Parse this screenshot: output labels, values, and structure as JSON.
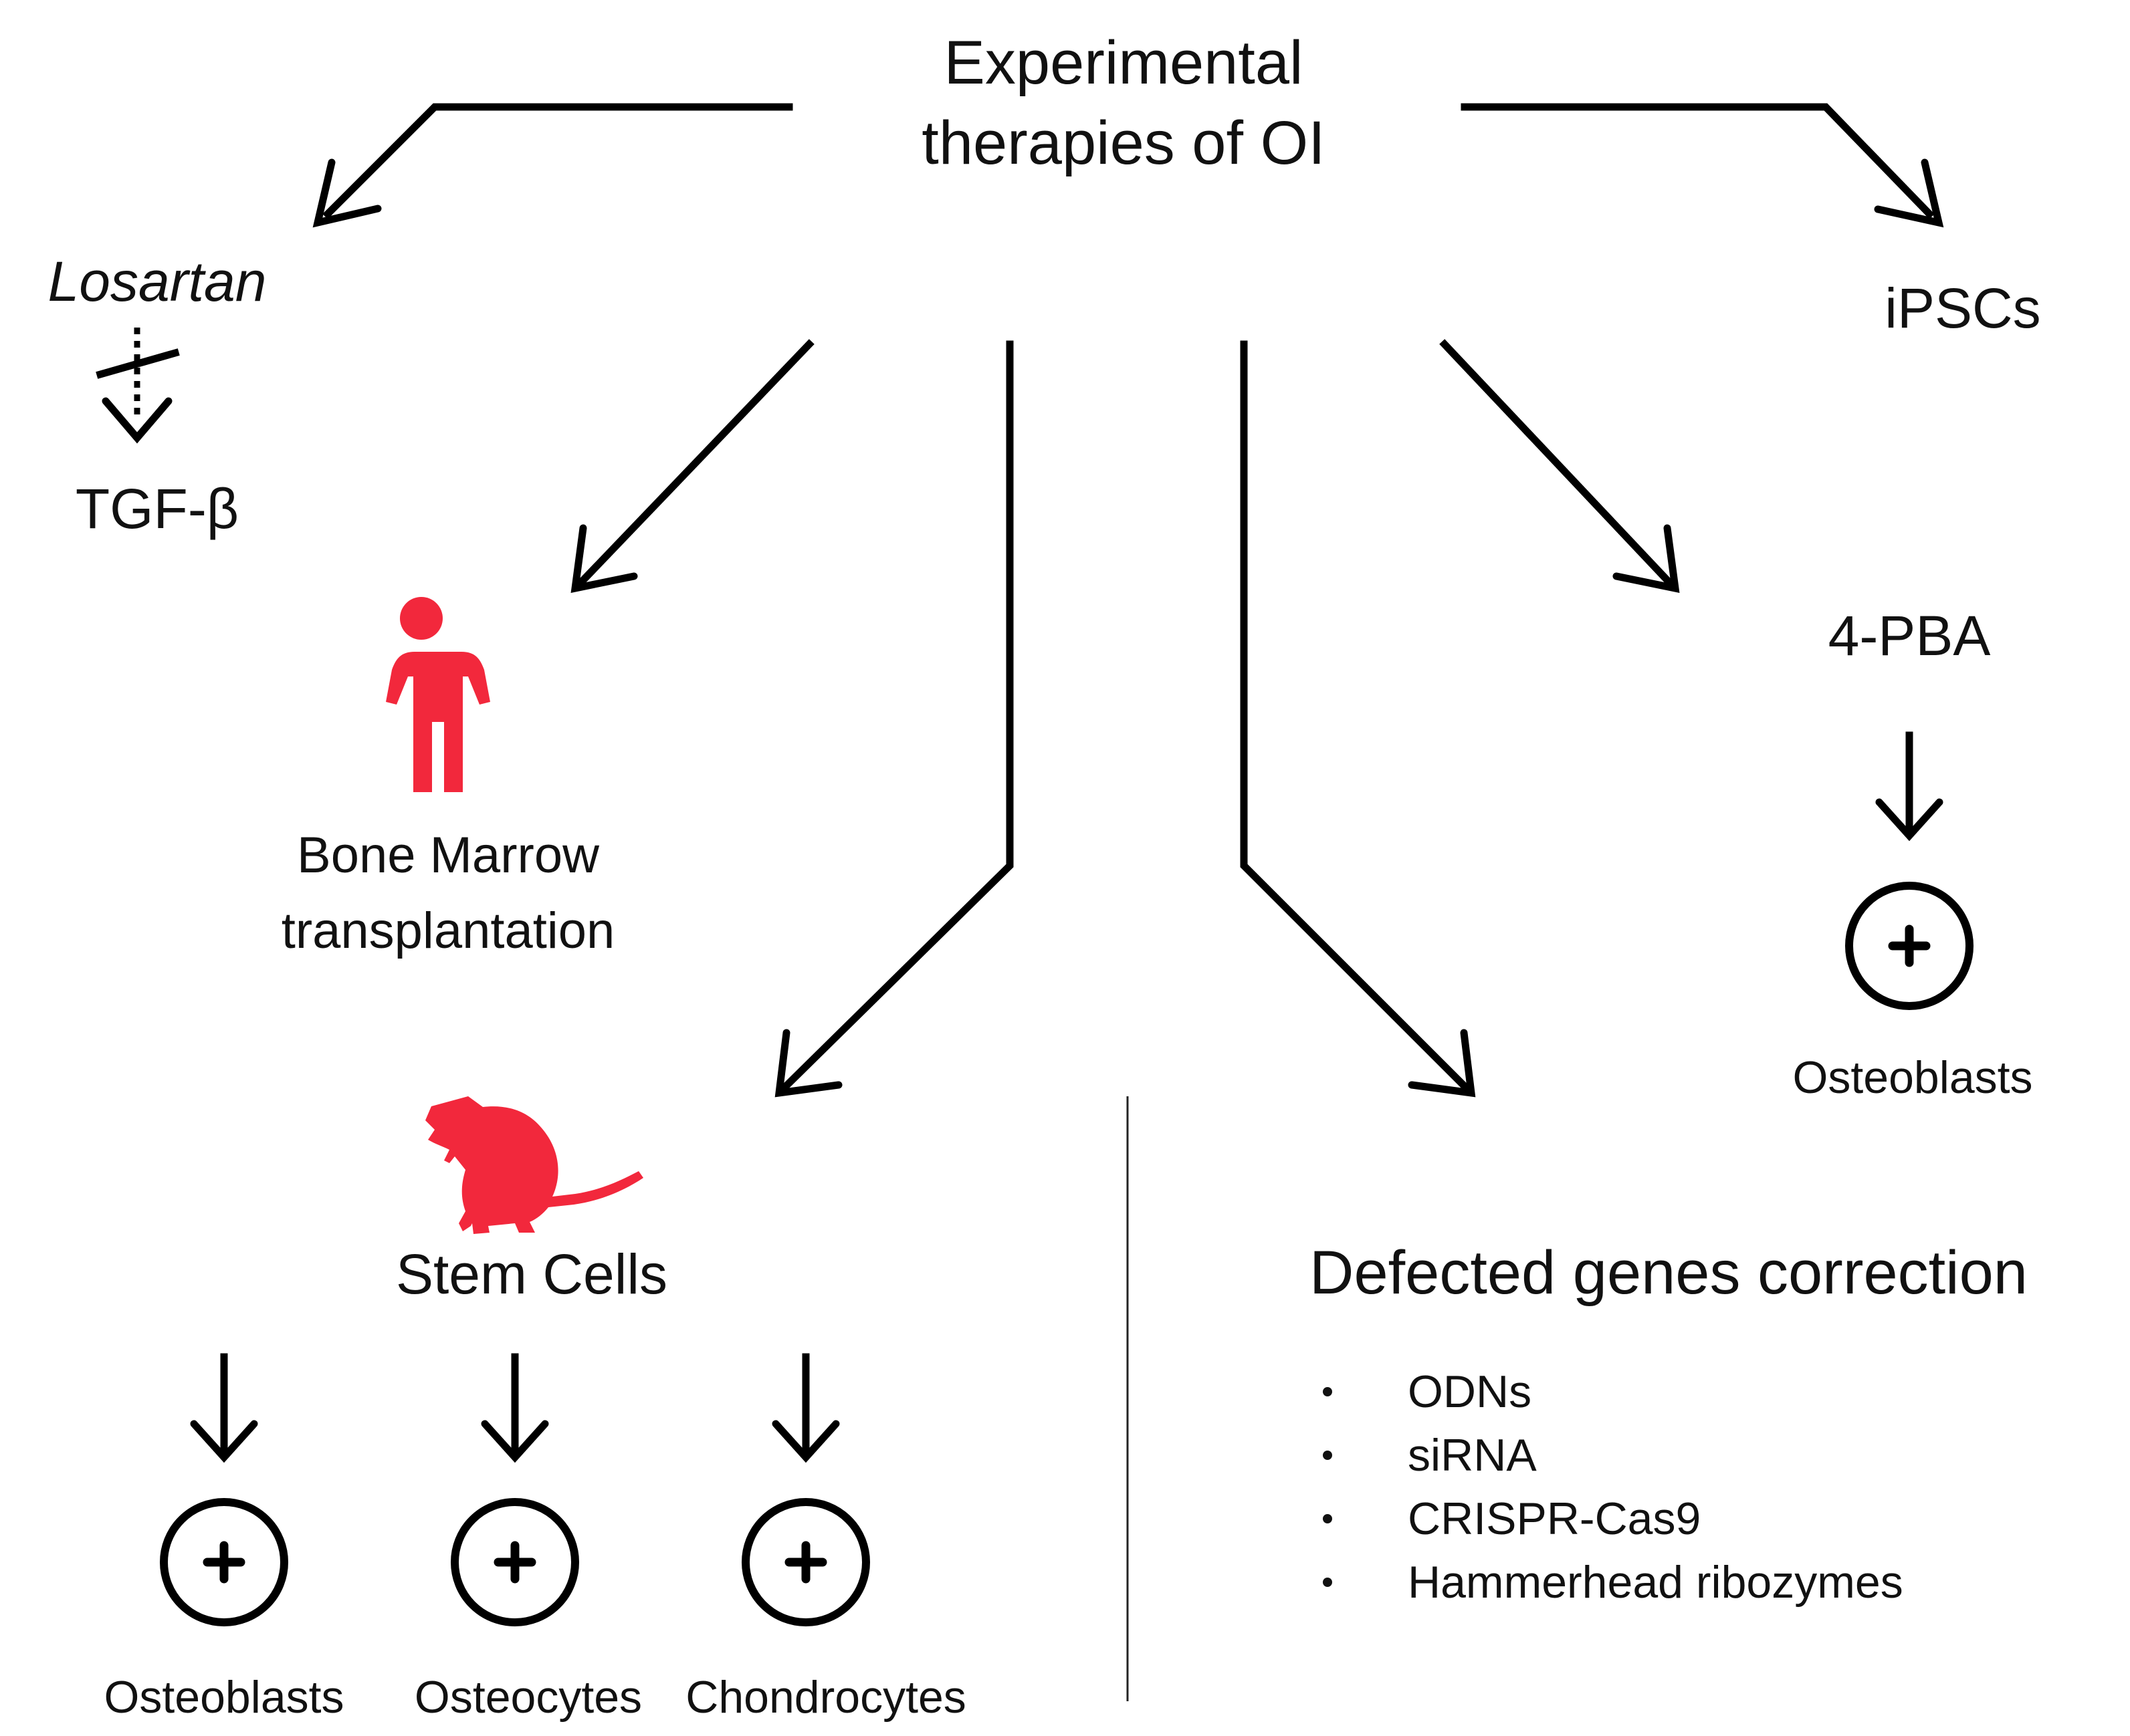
{
  "title_line1": "Experimental",
  "title_line2": "therapies of OI",
  "losartan": "Losartan",
  "tgf": "TGF-β",
  "ipscs": "iPSCs",
  "bone_marrow_line1": "Bone Marrow",
  "bone_marrow_line2": "transplantation",
  "pba": "4-PBA",
  "pba_target": "Osteoblasts",
  "stem_cells": "Stem Cells",
  "stem_targets": [
    "Osteoblasts",
    "Osteocytes",
    "Chondrocytes"
  ],
  "gene_correction": {
    "title": "Defected genes correction",
    "items": [
      "ODNs",
      "siRNA",
      "CRISPR-Cas9",
      "Hammerhead ribozymes"
    ]
  },
  "icons": {
    "person": "person-icon",
    "rat": "rat-icon",
    "plus": "plus-circle-icon",
    "inhibit": "inhibition-arrow-icon"
  },
  "colors": {
    "icon_red": "#f2283c",
    "ink": "#000000"
  }
}
